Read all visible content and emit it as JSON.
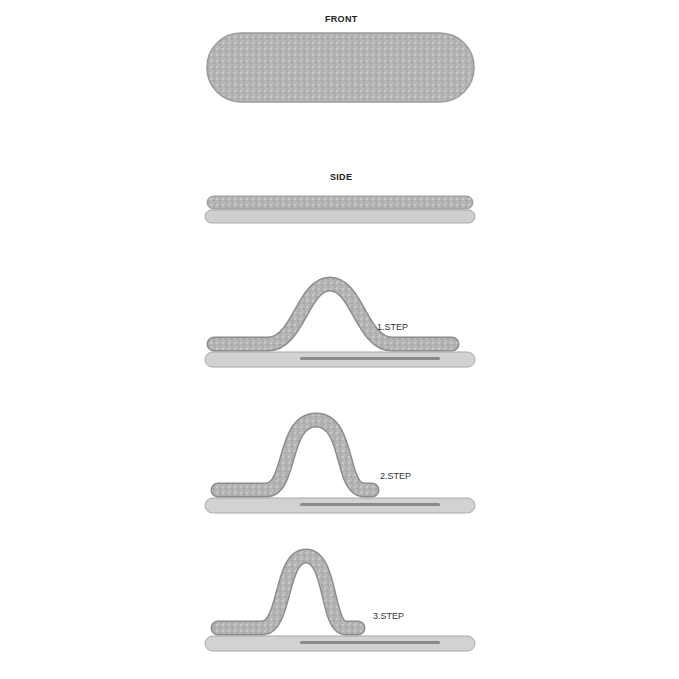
{
  "diagram": {
    "labels": [
      "FRONT",
      "SIDE",
      "1.STEP",
      "2.STEP",
      "3.STEP"
    ]
  }
}
